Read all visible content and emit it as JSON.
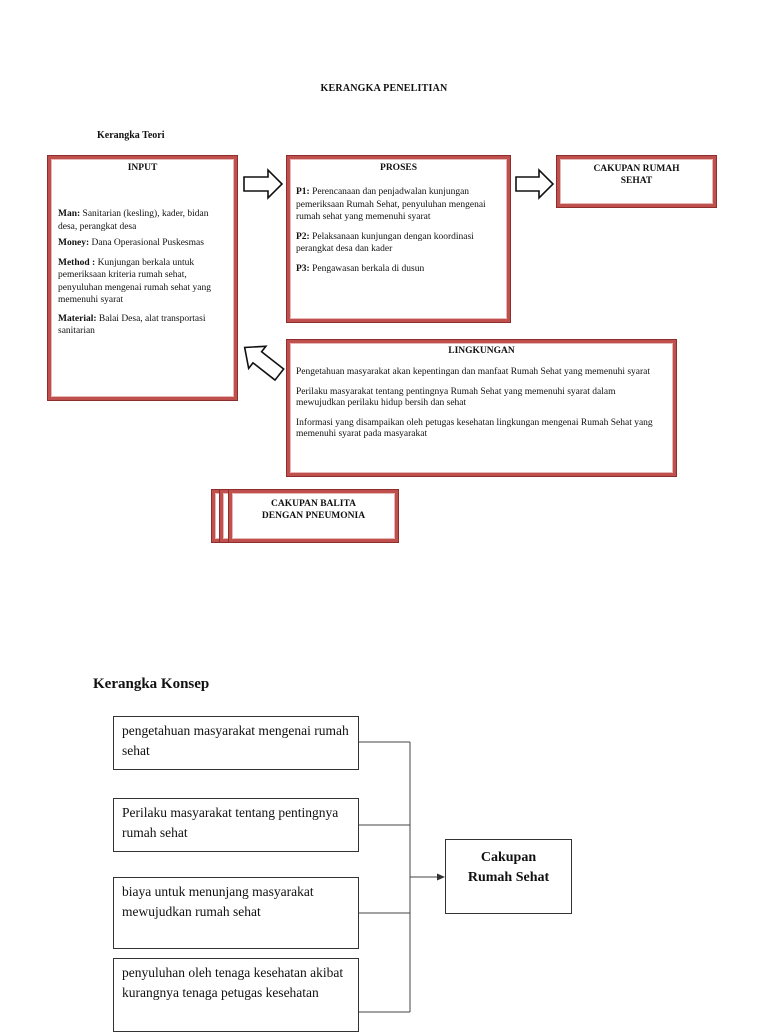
{
  "title": "KERANGKA PENELITIAN",
  "teori": {
    "heading": "Kerangka Teori",
    "input": {
      "heading": "INPUT",
      "items": [
        {
          "label": "Man:",
          "text": " Sanitarian (kesling), kader, bidan desa, perangkat desa"
        },
        {
          "label": "Money:",
          "text": " Dana Operasional Puskesmas"
        },
        {
          "label": "Method :",
          "text": " Kunjungan berkala untuk pemeriksaan kriteria rumah sehat, penyuluhan mengenai rumah sehat yang memenuhi syarat"
        },
        {
          "label": "Material:",
          "text": " Balai Desa, alat transportasi sanitarian"
        }
      ]
    },
    "proses": {
      "heading": "PROSES",
      "items": [
        {
          "label": "P1:",
          "text": " Perencanaan dan penjadwalan kunjungan pemeriksaan Rumah Sehat, penyuluhan mengenai rumah sehat yang memenuhi syarat"
        },
        {
          "label": "P2:",
          "text": " Pelaksanaan kunjungan dengan koordinasi perangkat desa dan kader"
        },
        {
          "label": "P3:",
          "text": " Pengawasan berkala di dusun"
        }
      ]
    },
    "output": {
      "heading": "CAKUPAN  RUMAH SEHAT"
    },
    "lingkungan": {
      "heading": "LINGKUNGAN",
      "items": [
        "Pengetahuan masyarakat akan kepentingan dan manfaat Rumah Sehat yang memenuhi syarat",
        "Perilaku masyarakat tentang pentingnya Rumah Sehat yang memenuhi syarat dalam mewujudkan perilaku hidup bersih dan sehat",
        " Informasi yang disampaikan oleh petugas kesehatan lingkungan mengenai Rumah Sehat yang memenuhi syarat pada masyarakat"
      ]
    },
    "balita": {
      "line1": "CAKUPAN BALITA",
      "line2": "DENGAN PNEUMONIA"
    }
  },
  "konsep": {
    "heading": "Kerangka Konsep",
    "boxes": [
      "pengetahuan  masyarakat  mengenai rumah sehat",
      " Perilaku masyarakat tentang pentingnya rumah sehat",
      "biaya untuk menunjang masyarakat mewujudkan rumah sehat",
      "penyuluhan oleh tenaga kesehatan akibat kurangnya tenaga petugas kesehatan"
    ],
    "result": {
      "line1": "Cakupan",
      "line2": "Rumah Sehat"
    }
  }
}
